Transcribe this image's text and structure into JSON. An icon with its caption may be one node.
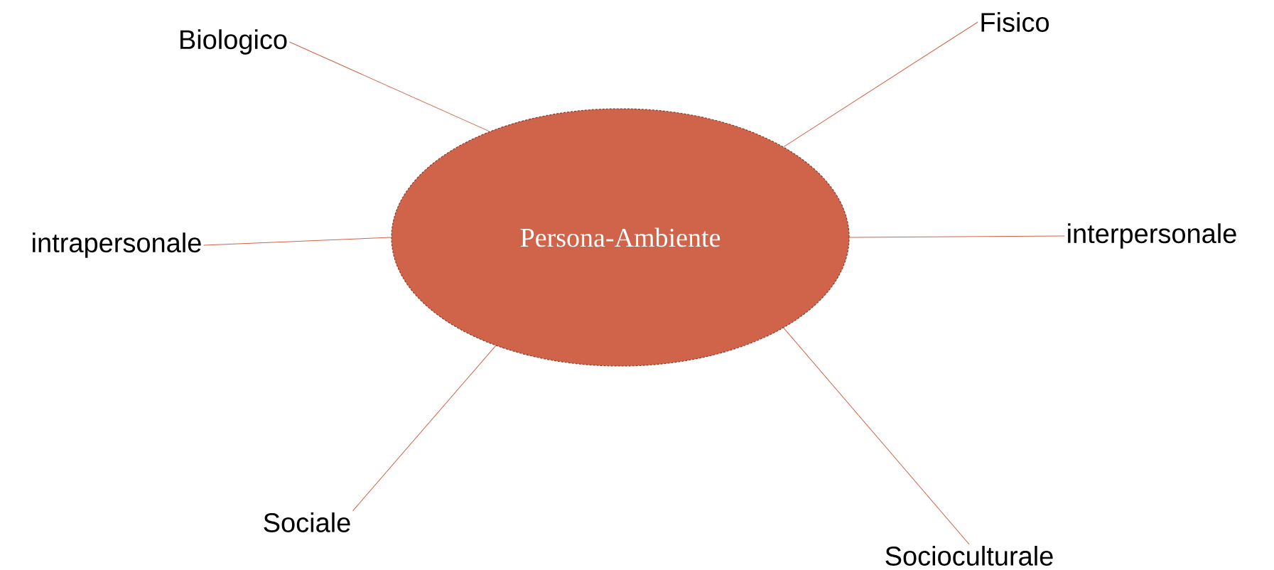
{
  "diagram": {
    "nodes": [
      {
        "text": [
          "Persona-Ambiente"
        ]
      },
      {
        "text": [
          "Biologico"
        ]
      },
      {
        "text": [
          "Fisico"
        ]
      },
      {
        "text": [
          "intrapersonale"
        ]
      },
      {
        "text": [
          "interpersonale"
        ]
      },
      {
        "text": [
          "Sociale"
        ]
      },
      {
        "text": [
          "Socioculturale"
        ]
      }
    ],
    "edges": [
      {
        "from": 0,
        "to": 1,
        "arrow": "none"
      },
      {
        "from": 0,
        "to": 2,
        "arrow": "none"
      },
      {
        "from": 0,
        "to": 3,
        "arrow": "none"
      },
      {
        "from": 0,
        "to": 4,
        "arrow": "none"
      },
      {
        "from": 0,
        "to": 5,
        "arrow": "none"
      },
      {
        "from": 0,
        "to": 6,
        "arrow": "none"
      }
    ]
  }
}
